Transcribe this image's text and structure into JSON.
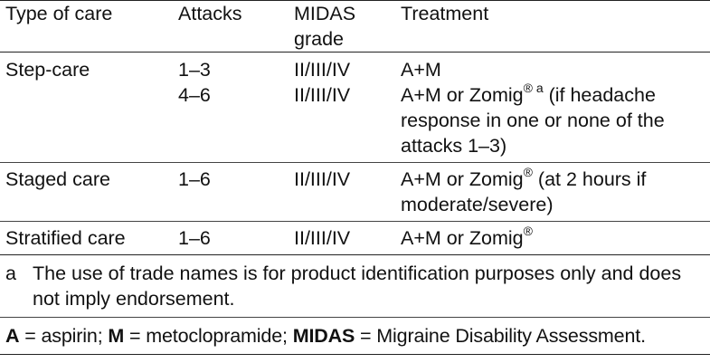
{
  "table": {
    "headers": {
      "type": "Type of care",
      "attacks": "Attacks",
      "midas": "MIDAS grade",
      "treatment": "Treatment"
    },
    "rows": [
      {
        "type": "Step-care",
        "attacks": "1–3",
        "midas": "II/III/IV",
        "treatment_pre": "A+M",
        "treatment_sup": "",
        "treatment_post": ""
      },
      {
        "type": "",
        "attacks": "4–6",
        "midas": "II/III/IV",
        "treatment_pre": "A+M or Zomig",
        "treatment_sup": "® a",
        "treatment_post": " (if headache response in one or none of the attacks 1–3)"
      },
      {
        "type": "Staged care",
        "attacks": "1–6",
        "midas": "II/III/IV",
        "treatment_pre": "A+M or Zomig",
        "treatment_sup": "®",
        "treatment_post": " (at 2 hours if moderate/severe)"
      },
      {
        "type": "Stratified care",
        "attacks": "1–6",
        "midas": "II/III/IV",
        "treatment_pre": "A+M or Zomig",
        "treatment_sup": "®",
        "treatment_post": ""
      }
    ]
  },
  "footnote": {
    "mark": "a",
    "text": "The use of trade names is for product identification purposes only and does not imply endorsement."
  },
  "abbreviations": {
    "a_key": "A",
    "a_def": " = aspirin; ",
    "m_key": "M",
    "m_def": " = metoclopramide; ",
    "midas_key": "MIDAS",
    "midas_def": " = Migraine Disability Assessment."
  }
}
